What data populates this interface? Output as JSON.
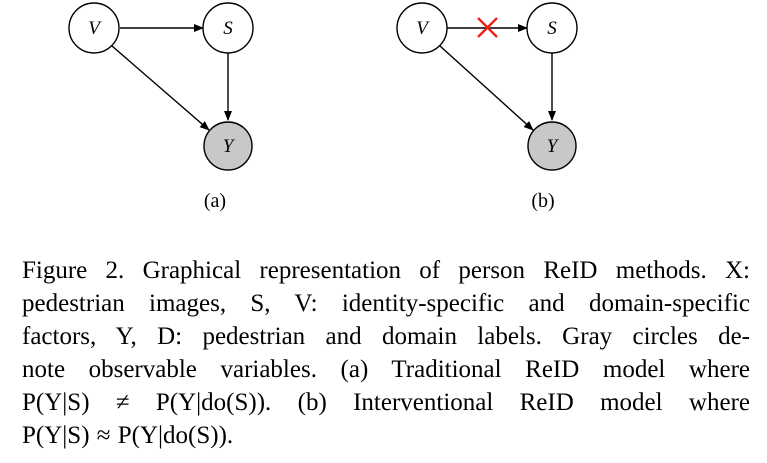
{
  "diagram_a": {
    "nodes": {
      "v": "V",
      "s": "S",
      "y": "Y"
    },
    "sublabel": "(a)"
  },
  "diagram_b": {
    "nodes": {
      "v": "V",
      "s": "S",
      "y": "Y"
    },
    "sublabel": "(b)",
    "blocked_mark": "×"
  },
  "colors": {
    "observed_fill": "#c8c8c8",
    "blocked_mark": "#e8231c",
    "stroke": "#000000"
  },
  "caption": {
    "lines": [
      "Figure 2. Graphical representation of person ReID methods.  X:",
      "pedestrian images,  S, V:  identity-specific and domain-specific",
      "factors,  Y, D:  pedestrian and domain labels.  Gray circles de-",
      "note observable variables.   (a) Traditional ReID model where",
      "P(Y|S) ≠ P(Y|do(S)).  (b) Interventional ReID model where",
      "P(Y|S) ≈ P(Y|do(S))."
    ]
  }
}
